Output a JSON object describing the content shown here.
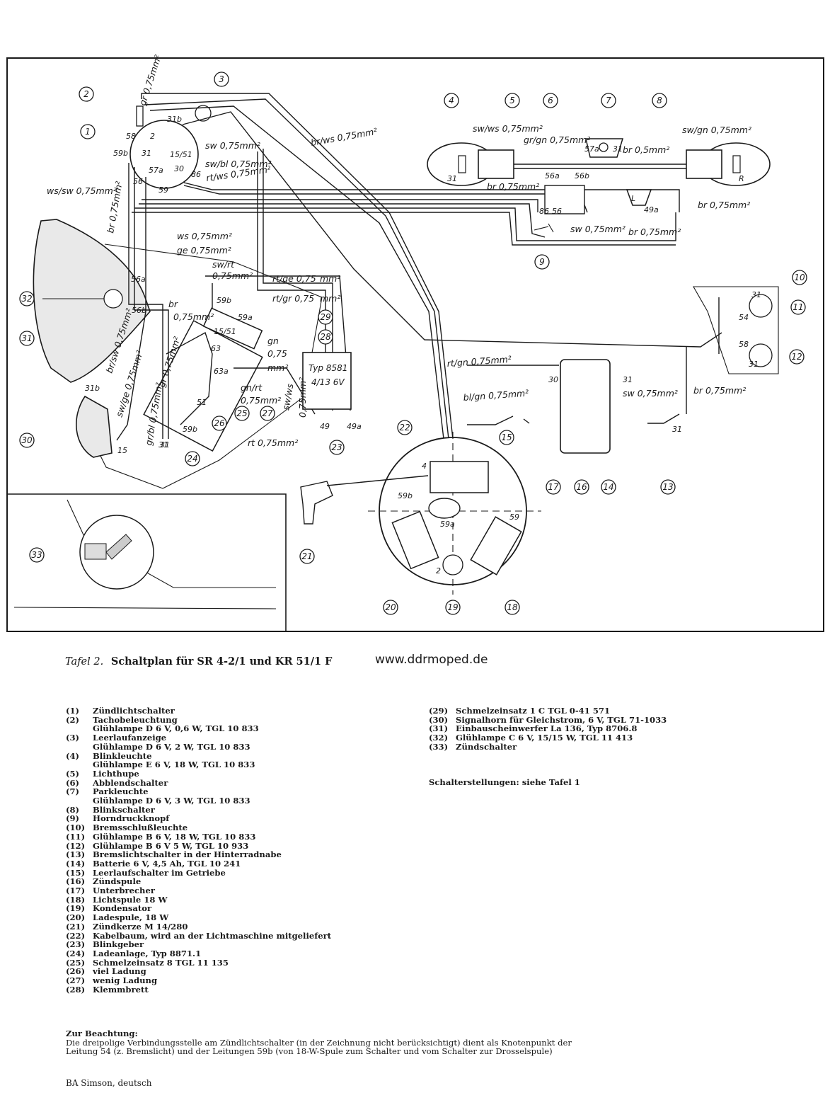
{
  "caption": {
    "tafel": "Tafel 2.",
    "title": "Schaltplan für SR 4-2/1 und KR 51/1 F",
    "url": "www.ddrmoped.de"
  },
  "wire_labels": [
    "gr 0,75mm²",
    "sw 0,75mm²",
    "br/ws 0,75mm²",
    "sw/bl 0,75mm²",
    "rt/ws 0,75mm²",
    "ws/sw 0,75mm²",
    "br 0,75mm²",
    "ws 0,75mm²",
    "ge 0,75mm²",
    "sw/rt",
    "0,75mm²",
    "rt/ge 0,75",
    "mm²",
    "rt/gr 0,75",
    "mm²",
    "br",
    "0,75mm²",
    "gn",
    "0,75",
    "mm²",
    "gr 0,75mm²",
    "gn/rt",
    "0,75mm²",
    "rt 0,75mm²",
    "sw/ws",
    "0,75mm²",
    "br/sw 0,75mm²",
    "sw/ge 0,75mm²",
    "gr/bl 0,75mm²",
    "sw/ws 0,75mm²",
    "gr/gn 0,75mm²",
    "br 0,75mm²",
    "sw 0,75mm²",
    "br 0,75mm²",
    "br 0,5mm²",
    "sw/gn 0,75mm²",
    "br 0,75mm²",
    "rt/gn 0,75mm²",
    "bl/gn 0,75mm²",
    "sw 0,75mm²",
    "br 0,75mm²"
  ],
  "terminal_labels": [
    "31b",
    "58",
    "2",
    "59b",
    "31",
    "15/51",
    "57a",
    "30",
    "56",
    "59",
    "86",
    "56a",
    "56b",
    "31b",
    "15",
    "31",
    "59b",
    "59a",
    "15/51",
    "63",
    "63a",
    "51",
    "31",
    "59b",
    "49",
    "49a",
    "30",
    "31",
    "31",
    "56a",
    "56b",
    "86",
    "56",
    "57a",
    "31",
    "31",
    "R",
    "L",
    "49a",
    "31",
    "54",
    "58",
    "31",
    "4",
    "59b",
    "59a",
    "59",
    "2"
  ],
  "box_labels": {
    "relay_type": "Typ 8581",
    "relay_spec": "4/13 6V"
  },
  "legend_left": [
    {
      "n": "(1)",
      "t": "Zündlichtschalter"
    },
    {
      "n": "(2)",
      "t": "Tachobeleuchtung",
      "s": "Glühlampe D 6 V, 0,6 W, TGL 10 833"
    },
    {
      "n": "(3)",
      "t": "Leerlaufanzeige",
      "s": "Glühlampe D 6 V, 2 W, TGL 10 833"
    },
    {
      "n": "(4)",
      "t": "Blinkleuchte",
      "s": "Glühlampe E 6 V, 18 W, TGL 10 833"
    },
    {
      "n": "(5)",
      "t": "Lichthupe"
    },
    {
      "n": "(6)",
      "t": "Abblendschalter"
    },
    {
      "n": "(7)",
      "t": "Parkleuchte",
      "s": "Glühlampe D 6 V, 3 W, TGL 10 833"
    },
    {
      "n": "(8)",
      "t": "Blinkschalter"
    },
    {
      "n": "(9)",
      "t": "Horndruckknopf"
    },
    {
      "n": "(10)",
      "t": "Bremsschlußleuchte"
    },
    {
      "n": "(11)",
      "t": "Glühlampe B 6 V, 18 W, TGL 10 833"
    },
    {
      "n": "(12)",
      "t": "Glühlampe B 6 V  5 W, TGL 10 933"
    },
    {
      "n": "(13)",
      "t": "Bremslichtschalter in der Hinterradnabe"
    },
    {
      "n": "(14)",
      "t": "Batterie 6 V, 4,5 Ah, TGL 10 241"
    },
    {
      "n": "(15)",
      "t": "Leerlaufschalter im Getriebe"
    },
    {
      "n": "(16)",
      "t": "Zündspule"
    },
    {
      "n": "(17)",
      "t": "Unterbrecher"
    },
    {
      "n": "(18)",
      "t": "Lichtspule 18 W"
    },
    {
      "n": "(19)",
      "t": "Kondensator"
    },
    {
      "n": "(20)",
      "t": "Ladespule, 18 W"
    },
    {
      "n": "(21)",
      "t": "Zündkerze M 14/280"
    },
    {
      "n": "(22)",
      "t": "Kabelbaum, wird an der Lichtmaschine mitgeliefert"
    },
    {
      "n": "(23)",
      "t": "Blinkgeber"
    },
    {
      "n": "(24)",
      "t": "Ladeanlage, Typ 8871.1"
    },
    {
      "n": "(25)",
      "t": "Schmelzeinsatz 8 TGL 11 135"
    },
    {
      "n": "(26)",
      "t": "viel Ladung"
    },
    {
      "n": "(27)",
      "t": "wenig Ladung"
    },
    {
      "n": "(28)",
      "t": "Klemmbrett"
    }
  ],
  "legend_right": [
    {
      "n": "(29)",
      "t": "Schmelzeinsatz 1 C TGL 0-41 571"
    },
    {
      "n": "(30)",
      "t": "Signalhorn für Gleichstrom, 6 V, TGL 71-1033"
    },
    {
      "n": "(31)",
      "t": "Einbauscheinwerfer La 136, Typ 8706.8"
    },
    {
      "n": "(32)",
      "t": "Glühlampe C 6 V, 15/15 W, TGL 11 413"
    },
    {
      "n": "(33)",
      "t": "Zündschalter"
    }
  ],
  "switch_note": "Schalterstellungen: siehe Tafel 1",
  "note": {
    "heading": "Zur Beachtung:",
    "line1": "Die dreipolige Verbindungsstelle am Zündlichtschalter (in der Zeichnung nicht berücksichtigt) dient als Knotenpunkt der",
    "line2": "Leitung 54 (z. Bremslicht) und der Leitungen 59b (von 18-W-Spule zum Schalter und vom Schalter zur Drosselspule)"
  },
  "footer": "BA Simson, deutsch",
  "callouts": [
    "1",
    "2",
    "3",
    "4",
    "5",
    "6",
    "7",
    "8",
    "9",
    "10",
    "11",
    "12",
    "13",
    "14",
    "15",
    "16",
    "17",
    "18",
    "19",
    "20",
    "21",
    "22",
    "23",
    "24",
    "25",
    "26",
    "27",
    "28",
    "29",
    "30",
    "31",
    "32",
    "33"
  ]
}
